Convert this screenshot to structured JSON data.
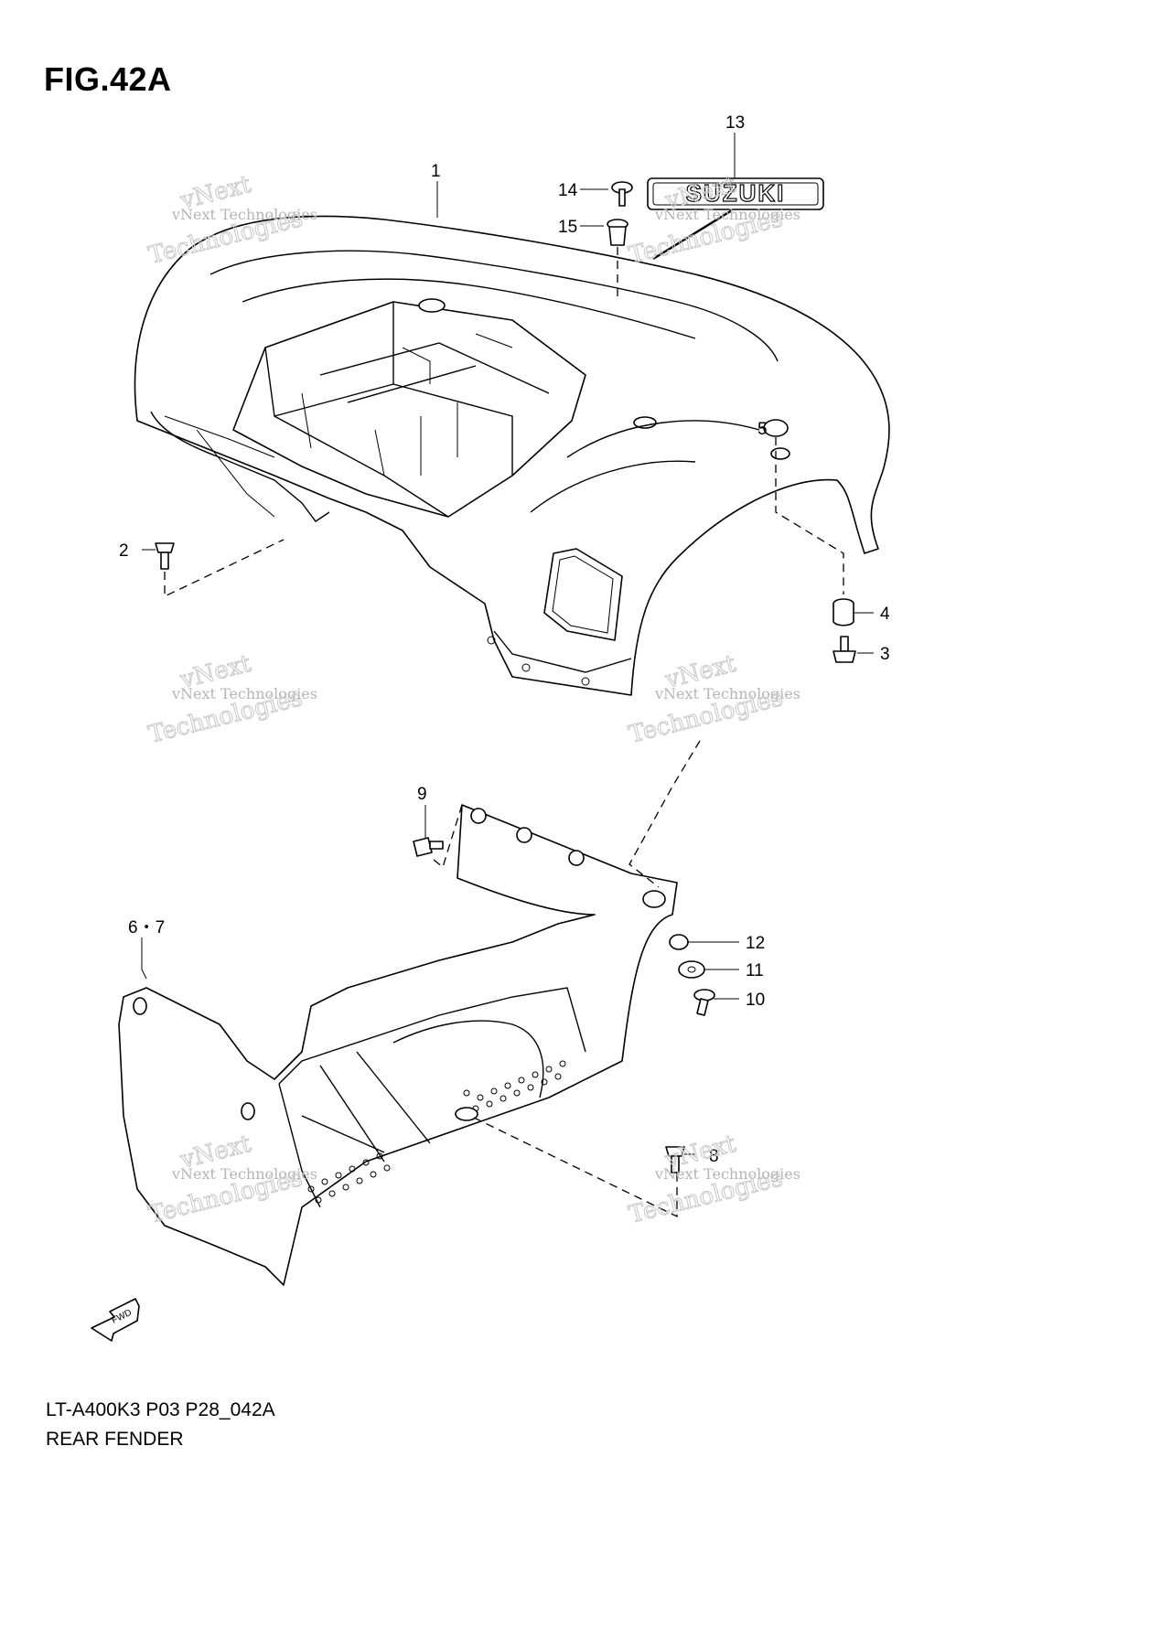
{
  "figure": {
    "title": "FIG.42A",
    "model_code": "LT-A400K3 P03 P28_042A",
    "section_name": "REAR FENDER"
  },
  "callouts": [
    "1",
    "2",
    "3",
    "4",
    "5",
    "6・7",
    "8",
    "9",
    "10",
    "11",
    "12",
    "13",
    "14",
    "15"
  ],
  "emblem": {
    "text": "SUZUKI"
  },
  "direction_marker": {
    "text": "FWD"
  },
  "watermark": {
    "line1": "vNext Technologies",
    "line2": "vNext",
    "line3": "Technologies"
  }
}
